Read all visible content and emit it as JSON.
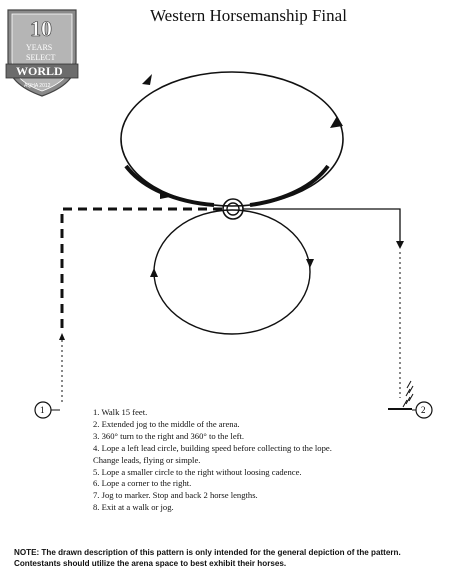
{
  "title": "Western Horsemanship Final",
  "logo": {
    "year_number": "10",
    "years_text": "YEARS",
    "select_text": "SELECT",
    "world_text": "WORLD",
    "footer_text": "AQHA 2012"
  },
  "markers": [
    {
      "label": "1"
    },
    {
      "label": "2"
    }
  ],
  "steps": [
    "1. Walk 15 feet.",
    "2. Extended jog to the middle of the arena.",
    "3. 360° turn to the right and 360° to the left.",
    "4. Lope a left lead circle, building speed before collecting to the lope.",
    "Change leads, flying or simple.",
    "5. Lope a smaller circle to the right without loosing cadence.",
    "6. Lope a corner to the right.",
    "7. Jog to marker. Stop and back 2 horse lengths.",
    "8. Exit at a walk or jog."
  ],
  "note": {
    "line1": "NOTE:  The drawn description of this pattern is only intended for the general depiction of the pattern.",
    "line2": "Contestants should utilize the arena space to best exhibit their horses."
  }
}
